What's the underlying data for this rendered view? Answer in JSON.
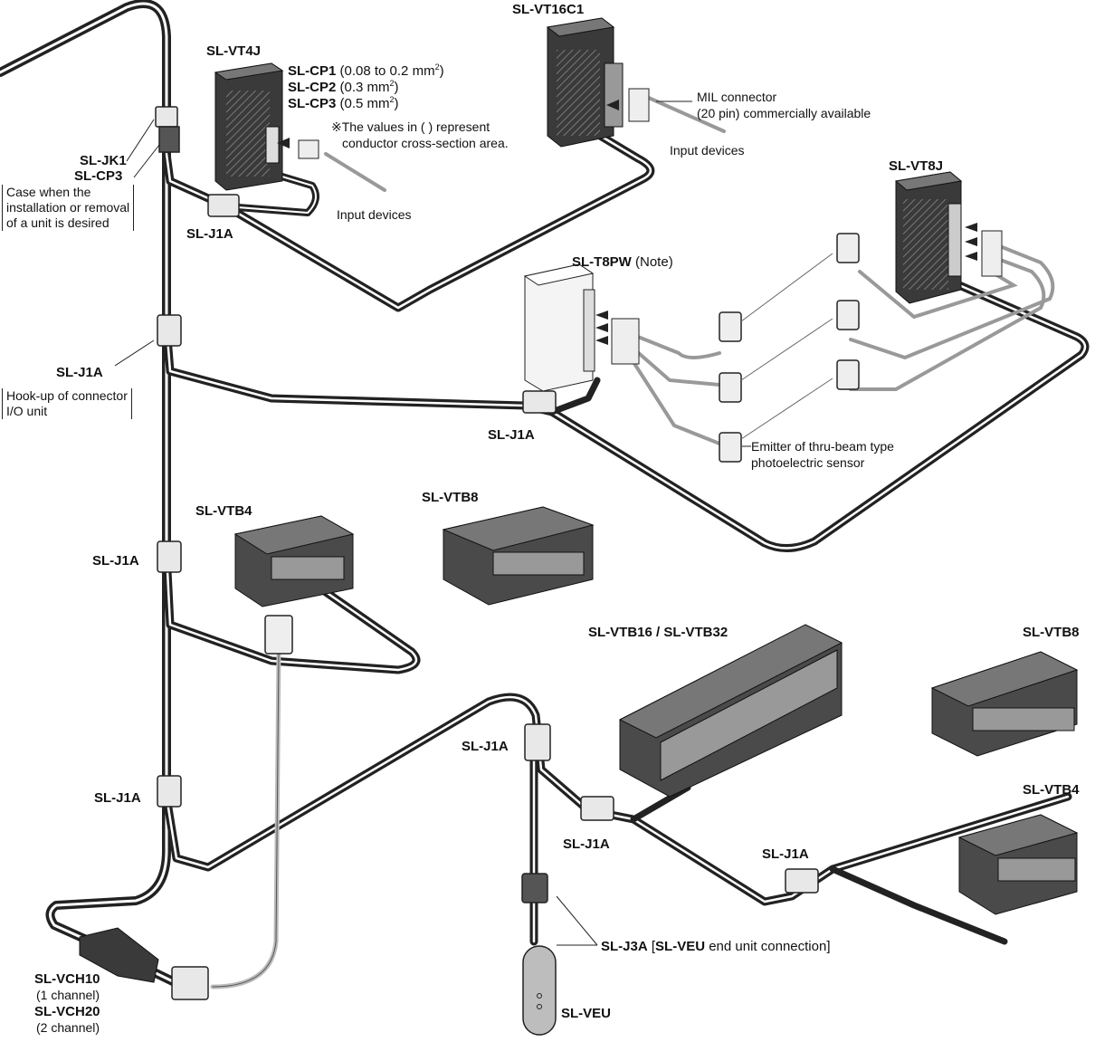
{
  "labels": {
    "sl_vt16c1": "SL-VT16C1",
    "sl_vt4j": "SL-VT4J",
    "sl_cp1": "SL-CP1",
    "sl_cp1_note": "(0.08 to 0.2 mm",
    "sl_cp2": "SL-CP2",
    "sl_cp2_note": "(0.3 mm",
    "sl_cp3": "SL-CP3",
    "sl_cp3_note": "(0.5 mm",
    "sup2": "2",
    "close_paren": ")",
    "values_note_1": "※The values in ( ) represent",
    "values_note_2": "conductor cross-section area.",
    "mil_1": "MIL connector",
    "mil_2": "(20 pin) commercially available",
    "input_devices_top": "Input devices",
    "input_devices_mid": "Input devices",
    "sl_jk1": "SL-JK1",
    "sl_cp3_left": "SL-CP3",
    "case_1": "Case when the",
    "case_2": "installation or removal",
    "case_3": "of a unit is desired",
    "sl_j1a_1": "SL-J1A",
    "sl_t8pw": "SL-T8PW",
    "note": "(Note)",
    "sl_vt8j": "SL-VT8J",
    "sl_j1a_2": "SL-J1A",
    "hookup_1": "Hook-up of connector",
    "hookup_2": "I/O unit",
    "sl_j1a_3": "SL-J1A",
    "emitter_1": "Emitter of thru-beam type",
    "emitter_2": "photoelectric sensor",
    "sl_vtb4_a": "SL-VTB4",
    "sl_vtb8_a": "SL-VTB8",
    "sl_j1a_4": "SL-J1A",
    "sl_vtb16_32": "SL-VTB16 / SL-VTB32",
    "sl_vtb8_b": "SL-VTB8",
    "sl_j1a_5": "SL-J1A",
    "sl_j1a_6": "SL-J1A",
    "sl_vtb4_b": "SL-VTB4",
    "sl_j1a_7": "SL-J1A",
    "sl_j1a_8": "SL-J1A",
    "sl_j3a": "SL-J3A",
    "sl_veu_inline": "SL-VEU",
    "j3a_rest": "end unit connection]",
    "open_bracket": "[",
    "sl_veu": "SL-VEU",
    "sl_vch10": "SL-VCH10",
    "ch1": "(1 channel)",
    "sl_vch20": "SL-VCH20",
    "ch2": "(2 channel)"
  },
  "colors": {
    "cable": "#2a2a2a",
    "unit_dark": "#4a4a4a",
    "unit_light": "#f2f2f2",
    "unit_mid": "#8a8a8a"
  }
}
